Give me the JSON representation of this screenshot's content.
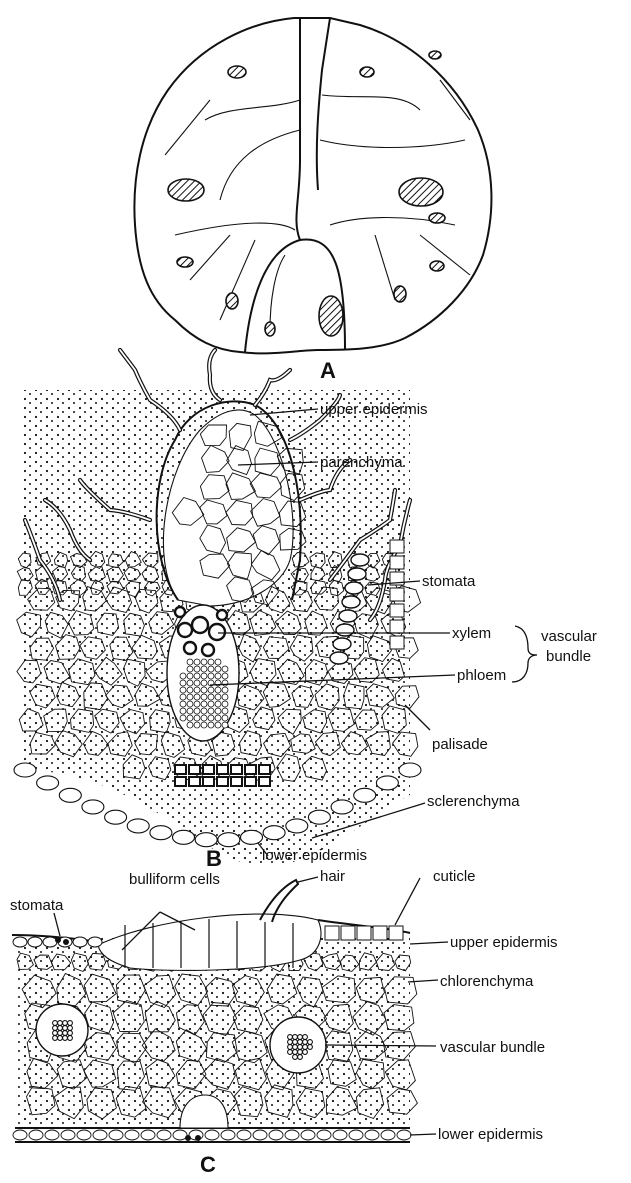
{
  "panels": {
    "a": {
      "letter": "A"
    },
    "b": {
      "letter": "B",
      "labels": {
        "upper_epidermis": "upper epidermis",
        "parenchyma": "parenchyma",
        "stomata": "stomata",
        "xylem": "xylem",
        "phloem": "phloem",
        "vascular_bundle_line1": "vascular",
        "vascular_bundle_line2": "bundle",
        "palisade": "palisade",
        "sclerenchyma": "sclerenchyma",
        "lower_epidermis": "lower epidermis"
      }
    },
    "c": {
      "letter": "C",
      "labels": {
        "stomata": "stomata",
        "bulliform_cells": "bulliform cells",
        "hair": "hair",
        "cuticle": "cuticle",
        "upper_epidermis": "upper epidermis",
        "chlorenchyma": "chlorenchyma",
        "vascular_bundle": "vascular bundle",
        "lower_epidermis": "lower epidermis"
      }
    }
  },
  "colors": {
    "ink": "#111111",
    "background": "#ffffff"
  }
}
